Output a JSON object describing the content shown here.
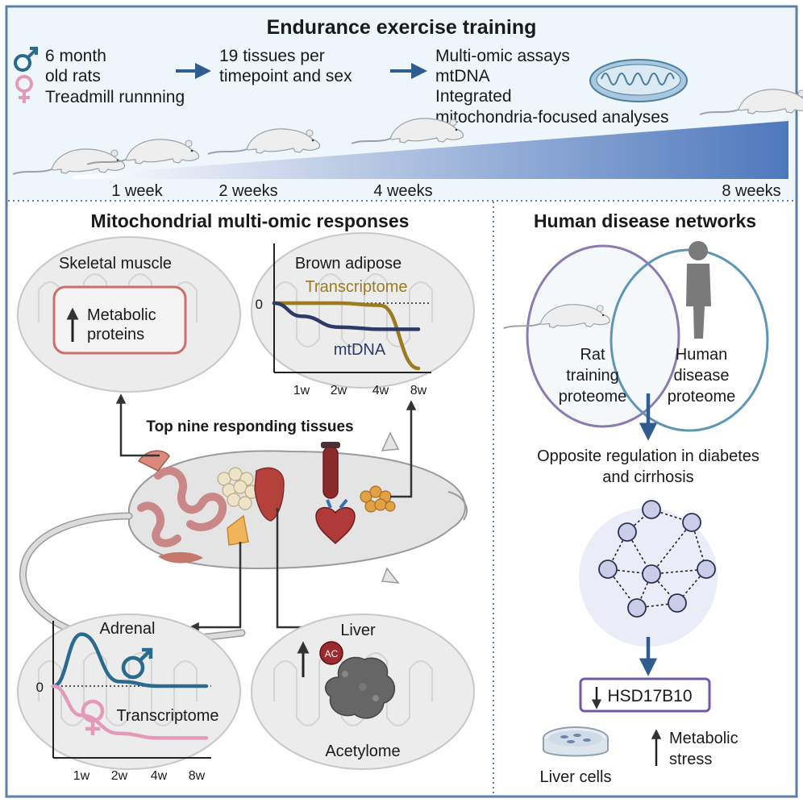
{
  "header": {
    "title": "Endurance exercise training",
    "rats_line1": "6 month",
    "rats_line2": "old rats",
    "rats_line3": "Treadmill runnning",
    "tissues_line1": "19 tissues per",
    "tissues_line2": "timepoint and sex",
    "assays_line1": "Multi-omic assays",
    "assays_line2": "mtDNA",
    "assays_line3": "Integrated",
    "assays_line4": "mitochondria-focused analyses",
    "timepoints": [
      "1 week",
      "2 weeks",
      "4 weeks",
      "8 weeks"
    ]
  },
  "left": {
    "title": "Mitochondrial multi-omic responses",
    "center_label": "Top nine responding tissues",
    "skeletal": {
      "title": "Skeletal muscle",
      "line1": "Metabolic",
      "line2": "proteins"
    },
    "brown": {
      "title": "Brown adipose",
      "series1": "Transcriptome",
      "series2": "mtDNA",
      "zero": "0",
      "ticks": [
        "1w",
        "2w",
        "4w",
        "8w"
      ]
    },
    "adrenal": {
      "title": "Adrenal",
      "zero": "0",
      "series": "Transcriptome",
      "ticks": [
        "1w",
        "2w",
        "4w",
        "8w"
      ]
    },
    "liver": {
      "title": "Liver",
      "badge": "AC",
      "label": "Acetylome"
    }
  },
  "right": {
    "title": "Human disease networks",
    "rat_line1": "Rat",
    "rat_line2": "training",
    "rat_line3": "proteome",
    "human_line1": "Human",
    "human_line2": "disease",
    "human_line3": "proteome",
    "opposite_line1": "Opposite regulation in diabetes",
    "opposite_line2": "and cirrhosis",
    "gene": "HSD17B10",
    "cells": "Liver cells",
    "stress_line1": "Metabolic",
    "stress_line2": "stress"
  },
  "colors": {
    "border": "#5b7fa6",
    "top_panel": "#eef6fb",
    "arrow_blue": "#2f5d8f",
    "ramp": "#4e78bd",
    "transcriptome": "#9b7b1f",
    "mtdna": "#2c3a66",
    "male": "#2a6a8c",
    "female": "#e39ab9",
    "skeletal_box": "#c9706a",
    "rat_circle": "#8b7bb0",
    "human_circle": "#5e95b5",
    "gene_box": "#7159a6",
    "network_node": "#c8cde8"
  },
  "chart_data": [
    {
      "type": "line",
      "title": "Brown adipose",
      "categories": [
        "1w",
        "2w",
        "4w",
        "8w"
      ],
      "series": [
        {
          "name": "Transcriptome",
          "values": [
            0,
            0,
            -0.1,
            -3
          ]
        },
        {
          "name": "mtDNA",
          "values": [
            -0.6,
            -1.1,
            -1.2,
            -1.2
          ]
        }
      ],
      "ylabel": "0"
    },
    {
      "type": "line",
      "title": "Adrenal",
      "categories": [
        "1w",
        "2w",
        "4w",
        "8w"
      ],
      "series": [
        {
          "name": "♂",
          "values": [
            2.3,
            0.2,
            0,
            0
          ]
        },
        {
          "name": "Transcriptome",
          "values": [
            -1.3,
            -2.1,
            -2.3,
            -2.3
          ]
        }
      ],
      "ylabel": "0"
    }
  ]
}
